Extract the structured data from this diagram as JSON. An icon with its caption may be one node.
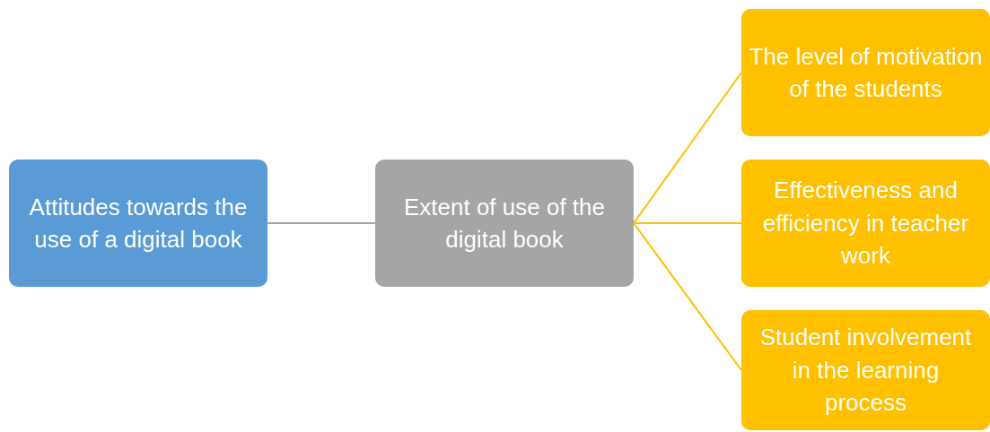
{
  "diagram": {
    "nodes": [
      {
        "text": [
          "Attitudes towards the use of a digital book"
        ]
      },
      {
        "text": [
          "Extent of use of the digital book"
        ]
      },
      {
        "text": [
          "The level of motivation of the students"
        ]
      },
      {
        "text": [
          "Effectiveness and efficiency in teacher work"
        ]
      },
      {
        "text": [
          "Student involvement in the learning process"
        ]
      }
    ],
    "edges": [
      {
        "from": 0,
        "to": 1,
        "arrow": "none",
        "color": "#a5a5a5"
      },
      {
        "from": 1,
        "to": 2,
        "arrow": "none"
      },
      {
        "from": 1,
        "to": 3,
        "arrow": "none"
      },
      {
        "from": 1,
        "to": 4,
        "arrow": "none"
      }
    ]
  }
}
